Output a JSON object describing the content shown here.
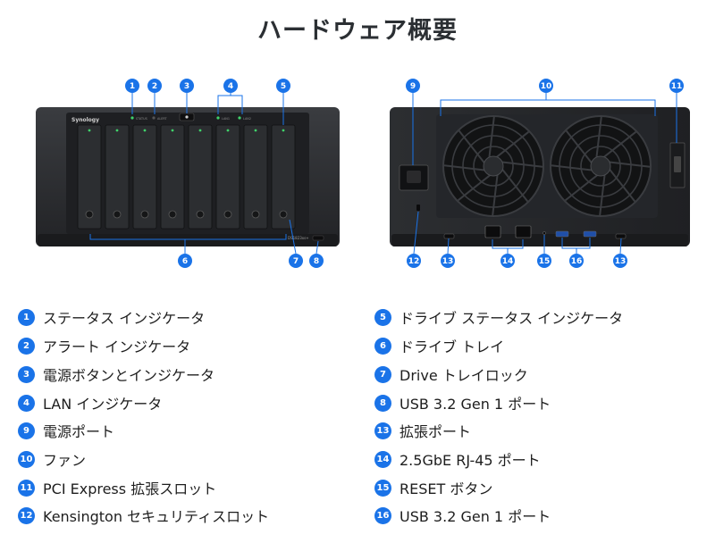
{
  "title": "ハードウェア概要",
  "front_panel": {
    "brand_label": "Synology",
    "status_label": "STATUS",
    "alert_label": "ALERT",
    "lan1_label": "LAN1",
    "lan2_label": "LAN2",
    "model_label": "DS1823xs+"
  },
  "callouts": {
    "front": [
      "1",
      "2",
      "3",
      "4",
      "5",
      "6",
      "7",
      "8"
    ],
    "back": [
      "9",
      "10",
      "11",
      "12",
      "13",
      "14",
      "15",
      "16",
      "13"
    ]
  },
  "legend": {
    "left": [
      {
        "num": "1",
        "label": "ステータス インジケータ"
      },
      {
        "num": "2",
        "label": "アラート インジケータ"
      },
      {
        "num": "3",
        "label": "電源ボタンとインジケータ"
      },
      {
        "num": "4",
        "label": "LAN インジケータ"
      },
      {
        "num": "9",
        "label": "電源ポート"
      },
      {
        "num": "10",
        "label": "ファン"
      },
      {
        "num": "11",
        "label": "PCI Express 拡張スロット"
      },
      {
        "num": "12",
        "label": "Kensington セキュリティスロット"
      }
    ],
    "right": [
      {
        "num": "5",
        "label": "ドライブ ステータス インジケータ"
      },
      {
        "num": "6",
        "label": "ドライブ トレイ"
      },
      {
        "num": "7",
        "label": "Drive トレイロック"
      },
      {
        "num": "8",
        "label": "USB 3.2 Gen 1 ポート"
      },
      {
        "num": "13",
        "label": "拡張ポート"
      },
      {
        "num": "14",
        "label": "2.5GbE RJ-45 ポート"
      },
      {
        "num": "15",
        "label": "RESET ボタン"
      },
      {
        "num": "16",
        "label": "USB 3.2 Gen 1 ポート"
      }
    ]
  },
  "colors": {
    "accent": "#1a73e8",
    "chassis": "#2a2c2f",
    "chassis_dark": "#161719",
    "text": "#1e1e1e"
  }
}
